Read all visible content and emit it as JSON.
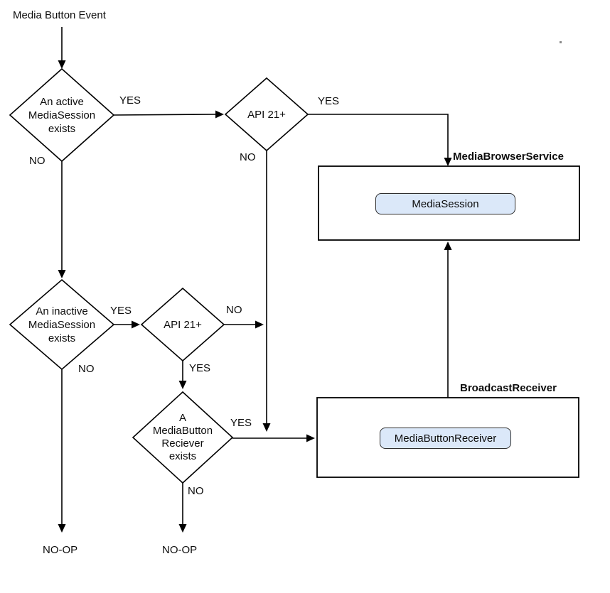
{
  "flowchart": {
    "start_label": "Media Button Event",
    "decisions": {
      "active_session": "An active\nMediaSession\nexists",
      "api21_top": "API 21+",
      "inactive_session": "An inactive\nMediaSession\nexists",
      "api21_mid": "API 21+",
      "media_button_receiver_exists": "A\nMediaButton\nReciever\nexists"
    },
    "containers": {
      "media_browser_service": {
        "title": "MediaBrowserService",
        "inner_label": "MediaSession"
      },
      "broadcast_receiver": {
        "title": "BroadcastReceiver",
        "inner_label": "MediaButtonReceiver"
      }
    },
    "edge_labels": {
      "active_yes": "YES",
      "active_no": "NO",
      "api21_top_yes": "YES",
      "api21_top_no": "NO",
      "inactive_yes": "YES",
      "inactive_no": "NO",
      "api21_mid_yes": "YES",
      "api21_mid_no": "NO",
      "mbr_yes": "YES",
      "mbr_no": "NO"
    },
    "terminals": {
      "noop_left": "NO-OP",
      "noop_mid": "NO-OP"
    },
    "colors": {
      "line": "#000000",
      "box_border": "#000000",
      "pill_fill": "#dbe8f9",
      "pill_border": "#2e2e2e"
    }
  }
}
